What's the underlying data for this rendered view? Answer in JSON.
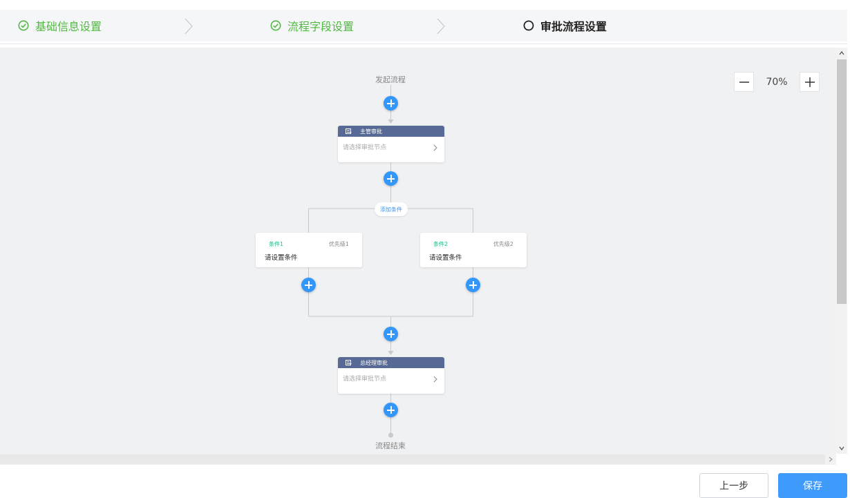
{
  "steps": [
    {
      "label": "基础信息设置",
      "status": "done"
    },
    {
      "label": "流程字段设置",
      "status": "done"
    },
    {
      "label": "审批流程设置",
      "status": "active"
    }
  ],
  "flow": {
    "start_label": "发起流程",
    "end_label": "流程结束",
    "add_condition_label": "添加条件",
    "nodes": [
      {
        "title": "主管审批",
        "placeholder": "请选择审批节点"
      },
      {
        "title": "总经理审批",
        "placeholder": "请选择审批节点"
      }
    ],
    "conditions": [
      {
        "title": "条件1",
        "priority": "优先级1",
        "content": "请设置条件"
      },
      {
        "title": "条件2",
        "priority": "优先级2",
        "content": "请设置条件"
      }
    ]
  },
  "zoom": {
    "value": "70%"
  },
  "footer": {
    "prev_label": "上一步",
    "save_label": "保存"
  },
  "colors": {
    "done": "#52b843",
    "accent": "#3296fa",
    "node_header": "#576a95",
    "condition_title": "#15bc83"
  },
  "icons": [
    "check-circle-icon",
    "circle-icon",
    "chevron-right-icon",
    "plus-icon",
    "minus-icon",
    "node-type-icon"
  ]
}
